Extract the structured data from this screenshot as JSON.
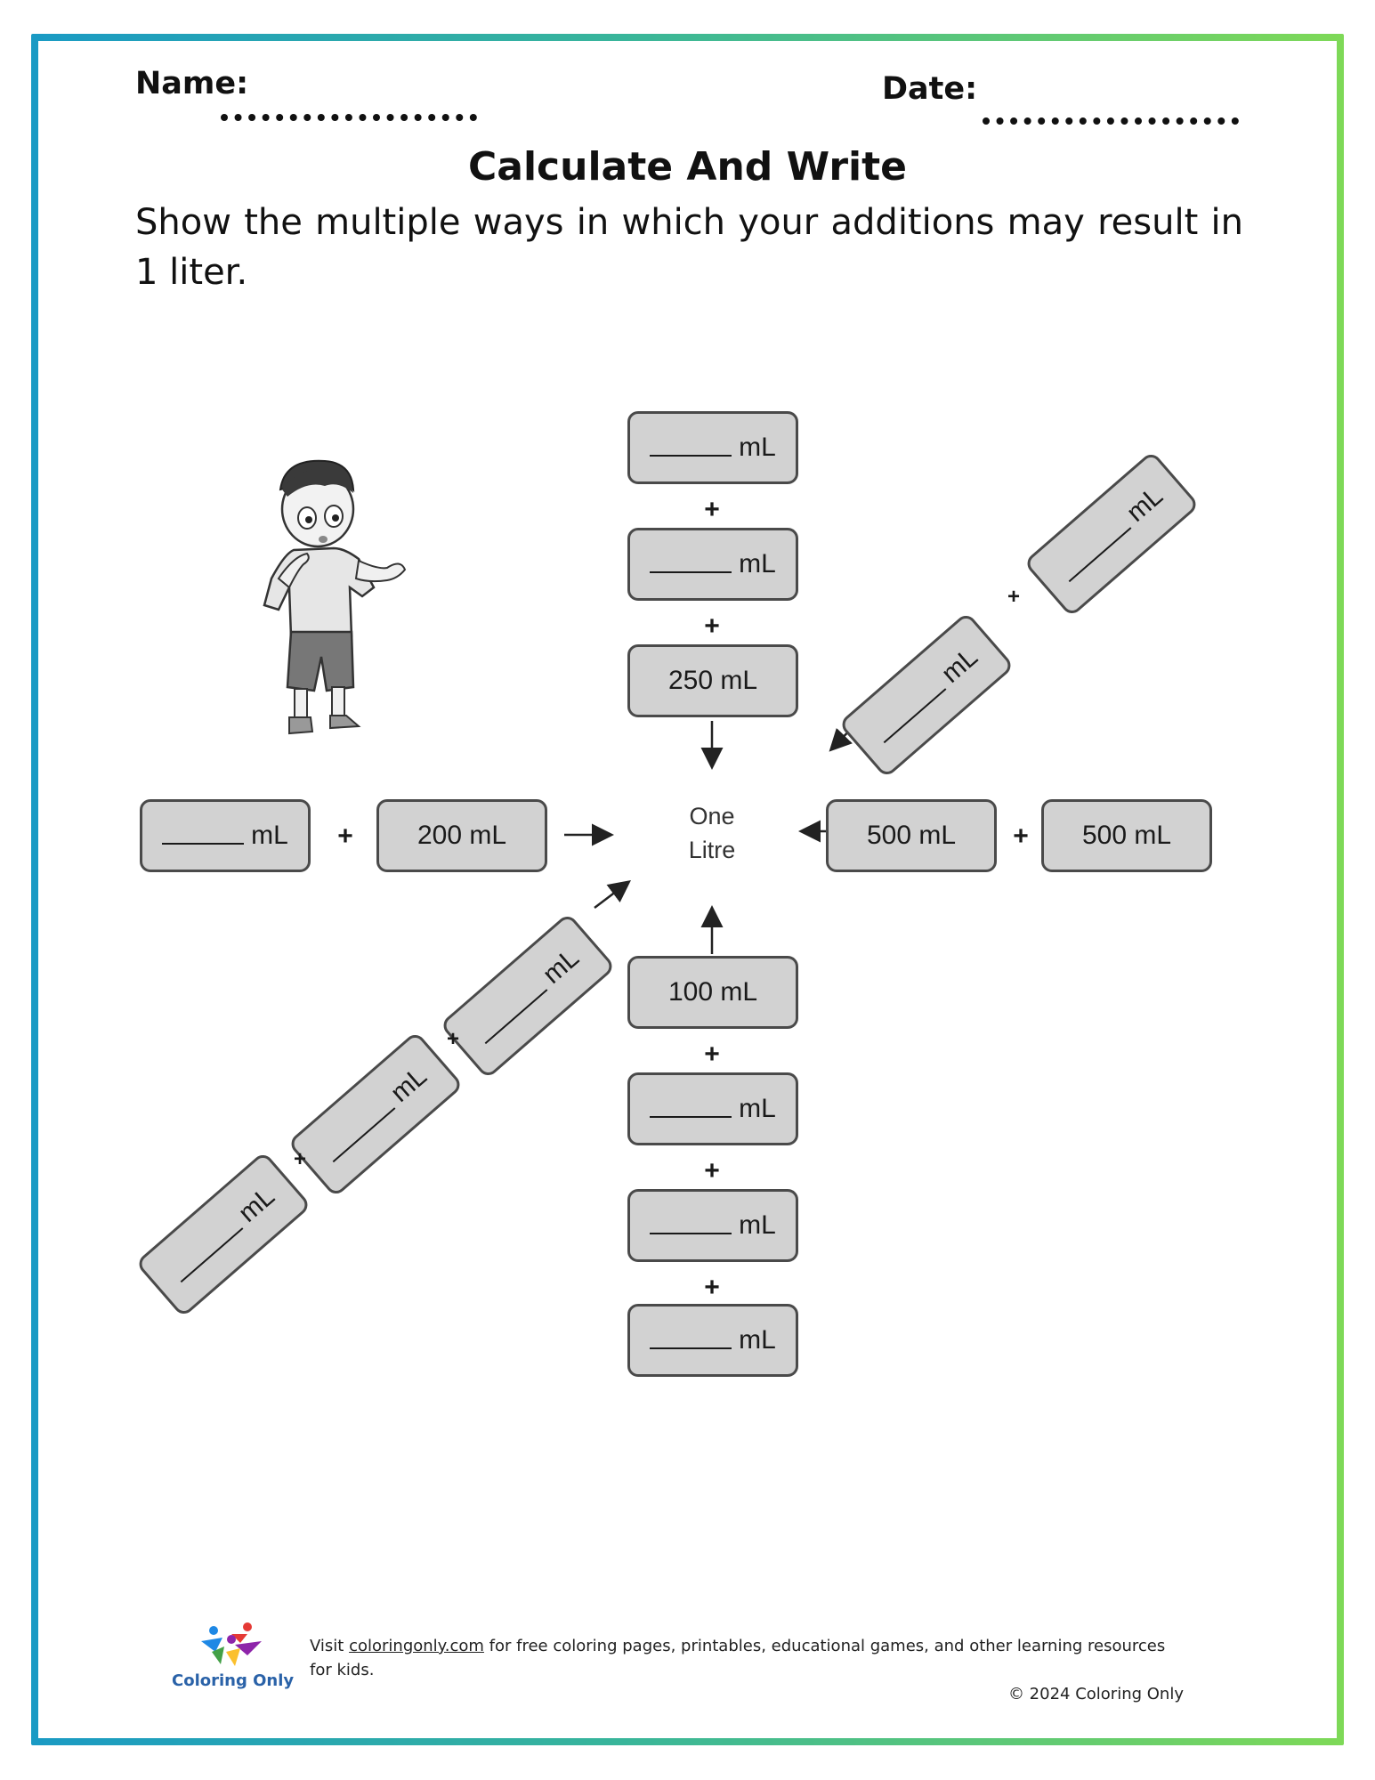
{
  "header": {
    "name_label": "Name:",
    "date_label": "Date:"
  },
  "title": "Calculate And Write",
  "instructions": "Show the multiple ways in which your additions may result in 1 liter.",
  "diagram": {
    "center_line1": "One",
    "center_line2": "Litre",
    "unit": "mL",
    "plus": "+",
    "top_chain": [
      "mL",
      "mL",
      "250 mL"
    ],
    "left_chain": [
      "mL",
      "200 mL"
    ],
    "right_chain": [
      "500 mL",
      "500 mL"
    ],
    "bottom_chain": [
      "100 mL",
      "mL",
      "mL",
      "mL"
    ],
    "upper_right_chain": [
      "mL",
      "mL"
    ],
    "lower_left_chain": [
      "mL",
      "mL",
      "mL"
    ]
  },
  "footer": {
    "visit": "Visit",
    "link_text": "coloringonly.com",
    "rest": "for free coloring pages, printables, educational games, and other learning resources for kids.",
    "copyright": "© 2024 Coloring Only",
    "logo_text": "Coloring Only"
  },
  "colors": {
    "frame_start": "#1a9ac4",
    "frame_end": "#7ed957",
    "box_fill": "#d2d2d2",
    "box_border": "#4a4a4a"
  }
}
